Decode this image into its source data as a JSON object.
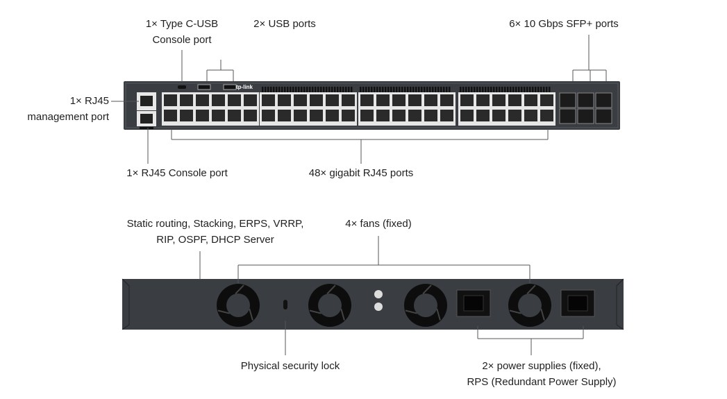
{
  "front_labels": {
    "typec_console": [
      "1× Type C-USB",
      "Console port"
    ],
    "usb_ports": "2× USB ports",
    "sfp_ports": "6× 10 Gbps SFP+ ports",
    "rj45_mgmt": [
      "1× RJ45",
      "management port"
    ],
    "rj45_console": "1× RJ45 Console port",
    "gigabit_ports": "48× gigabit RJ45 ports"
  },
  "back_labels": {
    "features": [
      "Static routing, Stacking, ERPS, VRRP,",
      "RIP, OSPF, DHCP Server"
    ],
    "fans": "4× fans (fixed)",
    "security_lock": "Physical security lock",
    "power": [
      "2× power supplies (fixed),",
      "RPS (Redundant Power Supply)"
    ]
  },
  "logo": "tp-link",
  "colors": {
    "text": "#1f1f1f",
    "chassis": "#3a3d42",
    "leader_line": "#555555"
  }
}
